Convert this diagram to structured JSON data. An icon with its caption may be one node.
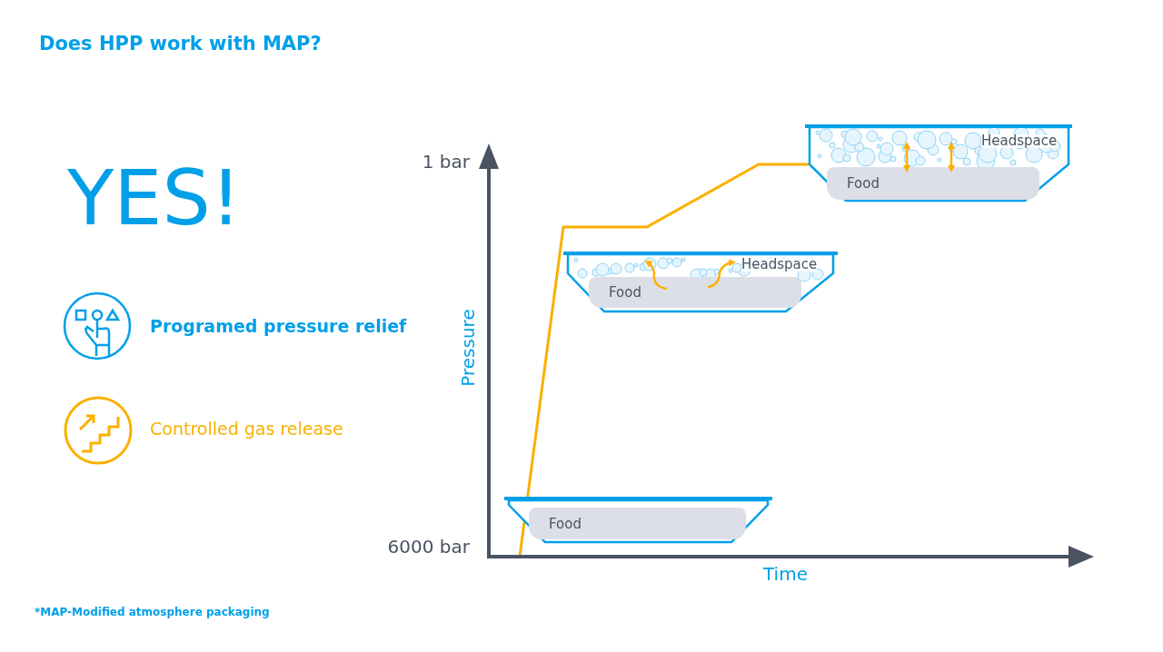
{
  "diagram": {
    "title": "Does HPP work with MAP?",
    "caption": "*MAP-Modified atmosphere packaging",
    "nodes": [
      {
        "text": [],
        "shape": "box"
      },
      {
        "text": [
          "Food"
        ],
        "in": 0
      },
      {
        "text": [
          "Headspace"
        ]
      },
      {
        "text": [
          "Food"
        ],
        "in": 2
      },
      {
        "text": [
          "Headspace"
        ]
      },
      {
        "text": [
          "Food"
        ],
        "in": 4
      }
    ],
    "edges": [],
    "labels": [
      "YES!",
      "Programed pressure relief",
      "Controlled gas release",
      "1 bar",
      "6000 bar",
      "Pressure",
      "Time"
    ]
  }
}
